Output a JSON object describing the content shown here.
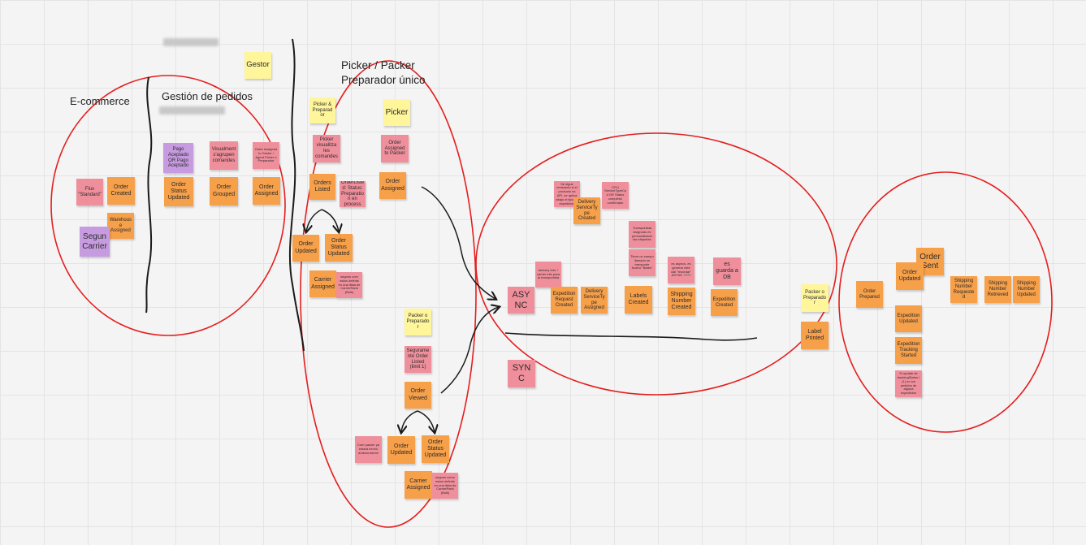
{
  "labels": {
    "ecommerce": "E-commerce",
    "gestion": "Gestión de pedidos",
    "picker_line1": "Picker / Packer",
    "picker_line2": "Preparador único"
  },
  "notes": {
    "gestor": "Gestor",
    "pago_aceptado": "Pago Aceptado OR Pago Aceptado",
    "visualment": "Visualment s'agrupen comandes",
    "order_assigned_gestor": "Order Assigned to Gestor / Agent Picker o Preparador",
    "flux_standard": "Flux \"Standard\"",
    "order_created_1": "Order Created",
    "order_status_updated_1": "Order Status Updated",
    "order_grouped": "Order Grouped",
    "order_assigned_1": "Order Assigned",
    "warehouse_assigned": "Warehouse Assigned",
    "segun_carrier": "Segun Carrier",
    "picker_preparador": "Picker & Preparador",
    "picker_visualitza": "Picker visualitza les comandes",
    "orders_listed": "Orders Listed",
    "orderlisted_status": "OrderListed: Status: Preparation en process",
    "picker": "Picker",
    "order_assigned_packer": "Order Assigned to Packer",
    "order_assigned_2": "Order Assigned",
    "order_updated_1": "Order Updated",
    "order_status_updated_2": "Order Status Updated",
    "carrier_assigned_1": "Carrier Assigned",
    "segons_carrier_1": "segons com estan definits en una llista de CarrierRank (Bulk)",
    "packer_preparador_1": "Packer o Preparador",
    "seguramente_order_listed": "Seguramente Order Listed (limit 1)",
    "order_viewed": "Order Viewed",
    "cosa_packer": "Com packer ya estará hecho anteriormente",
    "order_updated_2": "Order Updated",
    "order_status_updated_3": "Order Status Updated",
    "carrier_assigned_2": "Carrier Assigned",
    "segons_carrier_2": "segons como estan definits en una llista de CarrierRank (Bulk)",
    "async": "ASYNC",
    "sync": "SYNC",
    "se_sigue_revisando": "Se sigue revisando si el producto es API, se aplica abajo el tipo de expedición",
    "delivery_servicetype_created": "Delivery ServiceType Created",
    "cpu_servicetype": "CPU ServiceTypeCpd GR Status completo/ confirmado",
    "delivery_info": "delivery info + carrier info para la transportista",
    "expedition_request_created": "Expedition Request Created",
    "delivery_servicetype_assigned": "Delivery ServiceType Assigned",
    "transportista_asignado": "Transportista Asignado es personalizado las etiquetas",
    "tiene_un_campo": "Tiene un campo llamado se transporte Nuevo \"Bates\"",
    "labels_created": "Labels Created",
    "es_asyncs": "es asyncs, es generar este call \"recordar\" ASYNC ????",
    "shipping_number_created": "Shipping Number Created",
    "es_guarda_db": "es guarda a DB",
    "expedition_created": "Expedition Created",
    "packer_preparador_2": "Packer o Preparador",
    "label_printed": "Label Printed",
    "order_sent": "Order Sent",
    "order_prepared": "Order Prepared",
    "order_updated_3": "Order Updated",
    "shipping_number_requested": "Shipping Number Requested",
    "shipping_number_retrieved": "Shipping Number Retrieved",
    "shipping_number_updated": "Shipping Number Updated",
    "expedition_updated": "Expedition Updated",
    "expedition_tracking_started": "Expedition Tracking Started",
    "update_tracking": "Si update de trackingStatus / (1) no los pedidos de alguna expedicion"
  },
  "colors": {
    "orange": "#f7a04a",
    "pink": "#f08f9c",
    "yellow": "#fff59a",
    "violet": "#c79be0",
    "red_ink": "#e41e1e",
    "black_ink": "#1a1a1a"
  }
}
